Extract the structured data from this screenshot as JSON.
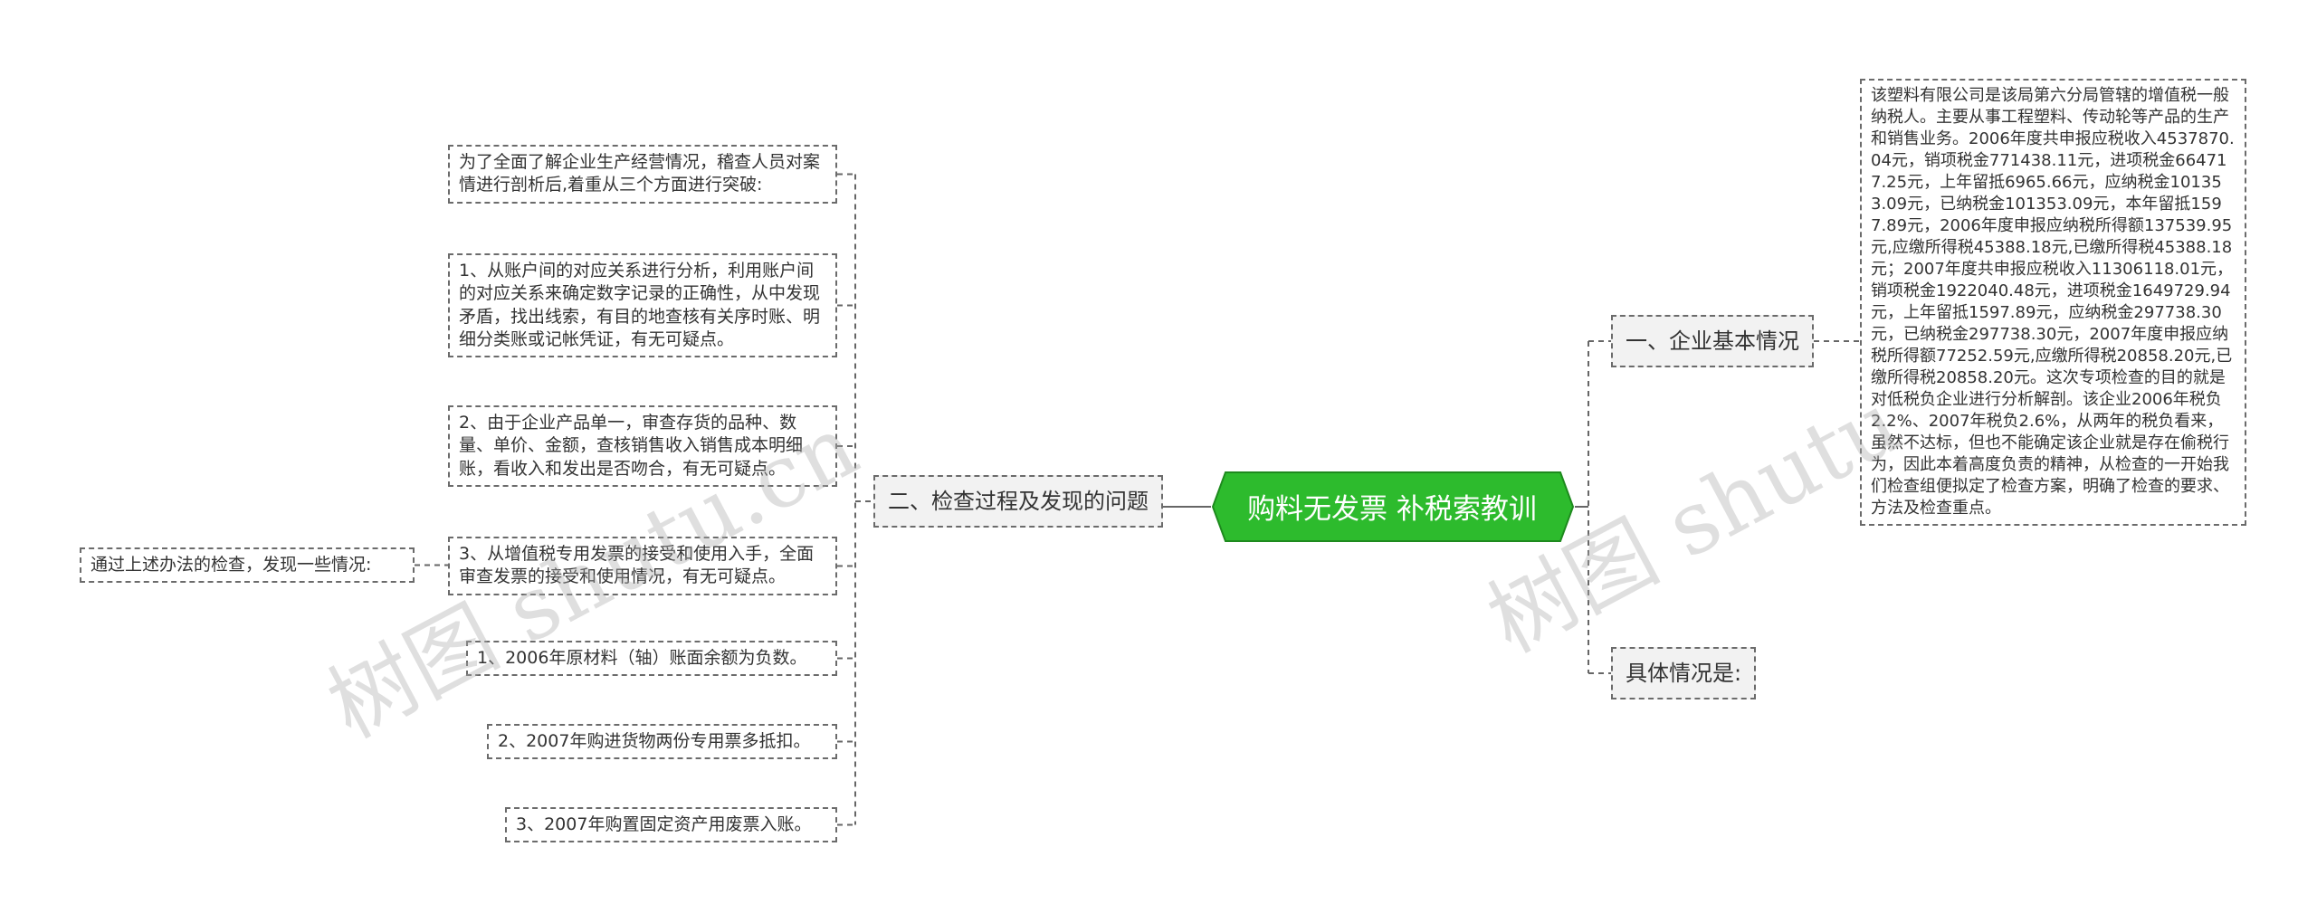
{
  "central": {
    "label": "购料无发票 补税索教训",
    "fill": "#2dbb2d",
    "stroke": "#1e8a1e"
  },
  "right": {
    "basic": {
      "label": "一、企业基本情况",
      "detail": "该塑料有限公司是该局第六分局管辖的增值税一般纳税人。主要从事工程塑料、传动轮等产品的生产和销售业务。2006年度共申报应税收入4537870.04元，销项税金771438.11元，进项税金664717.25元，上年留抵6965.66元，应纳税金101353.09元，已纳税金101353.09元，本年留抵1597.89元，2006年度申报应纳税所得额137539.95元,应缴所得税45388.18元,已缴所得税45388.18元；2007年度共申报应税收入11306118.01元，销项税金1922040.48元，进项税金1649729.94元，上年留抵1597.89元，应纳税金297738.30元，已纳税金297738.30元，2007年度申报应纳税所得额77252.59元,应缴所得税20858.20元,已缴所得税20858.20元。这次专项检查的目的就是对低税负企业进行分析解剖。该企业2006年税负2.2%、2007年税负2.6%，从两年的税负看来，虽然不达标，但也不能确定该企业就是存在偷税行为，因此本着高度负责的精神，从检查的一开始我们检查组便拟定了检查方案，明确了检查的要求、方法及检查重点。"
    },
    "specifics": {
      "label": "具体情况是:"
    }
  },
  "left": {
    "process": {
      "label": "二、检查过程及发现的问题",
      "children": [
        "为了全面了解企业生产经营情况，稽查人员对案情进行剖析后,着重从三个方面进行突破:",
        "1、从账户间的对应关系进行分析，利用账户间的对应关系来确定数字记录的正确性，从中发现矛盾，找出线索，有目的地查核有关序时账、明细分类账或记帐凭证，有无可疑点。",
        "2、由于企业产品单一，审查存货的品种、数量、单价、金额，查核销售收入销售成本明细账，看收入和发出是否吻合，有无可疑点。",
        "3、从增值税专用发票的接受和使用入手，全面审查发票的接受和使用情况，有无可疑点。",
        "1、2006年原材料（轴）账面余额为负数。",
        "2、2007年购进货物两份专用票多抵扣。",
        "3、2007年购置固定资产用废票入账。"
      ]
    },
    "summary": {
      "label": "通过上述办法的检查，发现一些情况:"
    }
  },
  "watermarks": [
    "树图 shutu.cn",
    "树图 shutu"
  ]
}
